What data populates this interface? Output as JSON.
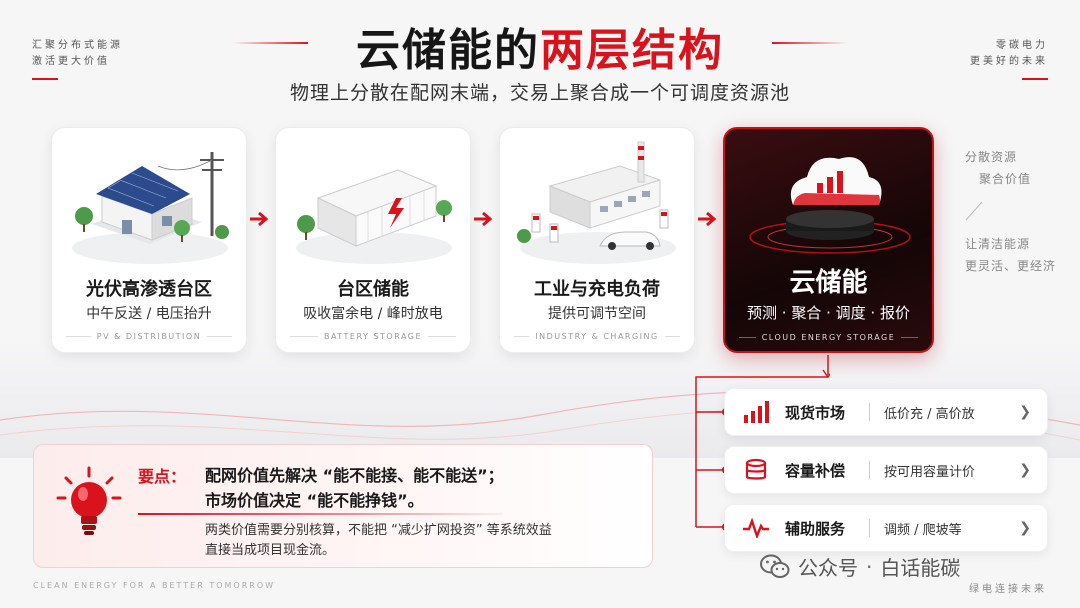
{
  "header": {
    "corner_left_line1": "汇聚分布式能源",
    "corner_left_line2": "激活更大价值",
    "corner_right_line1": "零碳电力",
    "corner_right_line2": "更美好的未来",
    "title_dark_1": "云储能的",
    "title_red": "两层结构",
    "subtitle": "物理上分散在配网末端，交易上聚合成一个可调度资源池"
  },
  "cards": [
    {
      "name": "光伏高渗透台区",
      "desc": "中午反送 / 电压抬升",
      "en": "PV & DISTRIBUTION",
      "icon": "solar-house-icon"
    },
    {
      "name": "台区储能",
      "desc": "吸收富余电 / 峰时放电",
      "en": "BATTERY STORAGE",
      "icon": "battery-container-icon"
    },
    {
      "name": "工业与充电负荷",
      "desc": "提供可调节空间",
      "en": "INDUSTRY & CHARGING",
      "icon": "factory-charging-icon"
    },
    {
      "name": "云储能",
      "desc": "预测 · 聚合 · 调度 · 报价",
      "en": "CLOUD ENERGY STORAGE",
      "icon": "cloud-chart-icon"
    }
  ],
  "side_notes": {
    "line1": "分散资源",
    "line2": "聚合价值",
    "line3": "让清洁能源",
    "line4": "更灵活、更经济"
  },
  "markets": [
    {
      "name": "现货市场",
      "desc": "低价充 / 高价放",
      "icon": "bar-chart-icon"
    },
    {
      "name": "容量补偿",
      "desc": "按可用容量计价",
      "icon": "database-stack-icon"
    },
    {
      "name": "辅助服务",
      "desc": "调频 / 爬坡等",
      "icon": "pulse-wave-icon"
    }
  ],
  "key_point": {
    "label": "要点：",
    "main_line1": "配网价值先解决 “能不能接、能不能送”；",
    "main_line2": "市场价值决定 “能不能挣钱”。",
    "sub_line1": "两类价值需要分别核算，不能把 “减少扩网投资” 等系统效益",
    "sub_line2": "直接当成项目现金流。"
  },
  "footer": {
    "english": "CLEAN ENERGY FOR A BETTER TOMORROW",
    "wechat_prefix": "公众号",
    "wechat_dot": "·",
    "wechat_name": "白话能碳",
    "slogan": "绿电连接未来"
  },
  "colors": {
    "accent": "#d9131b",
    "dark_card": "#1a0708"
  }
}
